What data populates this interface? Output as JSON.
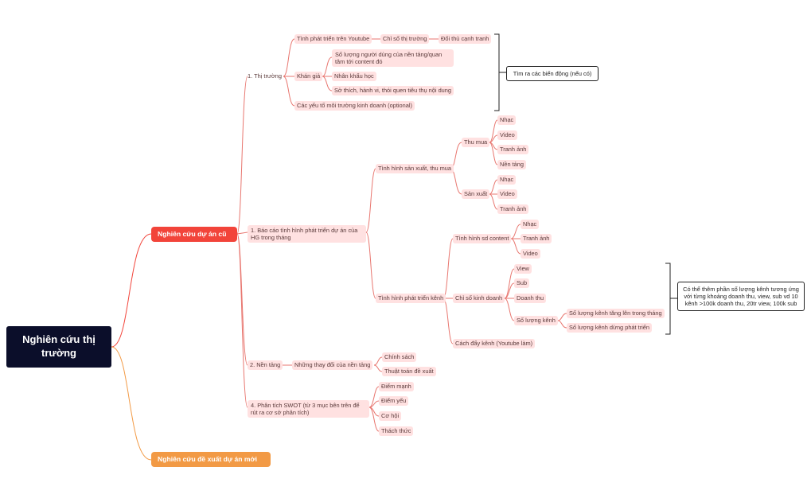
{
  "root": "Nghiên cứu thị trường",
  "main1": "Nghiên cứu dự án cũ",
  "main2": "Nghiên cứu đề xuất dự án mới",
  "thitruong": {
    "label": "1. Thị trường",
    "youtube": "Tình phát triển trên Youtube",
    "chiso": "Chỉ số thị trường",
    "doithu": "Đối thủ cạnh tranh",
    "khangia": "Khán giả",
    "soluong": "Số lượng người dùng của nền tảng/quan tâm tới content đó",
    "nhankhau": "Nhân khẩu học",
    "sothich": "Sở thích, hành vi, thói quen tiêu thụ nội dung",
    "yeuto": "Các yếu tố môi trường kinh doanh (optional)"
  },
  "note_bien_dong": "Tìm ra các biến động (nếu có)",
  "baocao": {
    "label": "1. Báo cáo tình hình phát triển dự án của HG trong tháng",
    "sanxuat": "Tình hình sản xuất, thu mua",
    "thumua": "Thu mua",
    "thumua_items": [
      "Nhạc",
      "Video",
      "Tranh ảnh",
      "Nền tảng"
    ],
    "sanxuat_node": "Sản xuất",
    "sanxuat_items": [
      "Nhạc",
      "Video",
      "Tranh ảnh"
    ],
    "phattrien": "Tình hình phát triển kênh",
    "sdcontent": "Tình hình sd content",
    "sdcontent_items": [
      "Nhạc",
      "Tranh ảnh",
      "Video"
    ],
    "chisokenh": "Chỉ số kinh doanh",
    "chisokenh_items": [
      "View",
      "Sub",
      "Doanh thu"
    ],
    "soluongkenh": "Số lượng kênh",
    "soluongkenh_items": [
      "Số lượng kênh tăng lên trong tháng",
      "Số lượng kênh dừng phát triển"
    ],
    "cachday": "Cách đẩy kênh (Youtube làm)"
  },
  "note_kenh": "Có thể thêm phần số lượng kênh tương ứng với từng khoảng doanh thu, view, sub vd 10 kênh >100k doanh thu, 20tr view, 100k sub",
  "nentang": {
    "label": "2. Nền tảng",
    "thaydoi": "Những thay đổi của nền tảng",
    "items": [
      "Chính sách",
      "Thuật toán đề xuất"
    ]
  },
  "swot": {
    "label": "4. Phân tích SWOT (từ 3 mục bên trên để rút ra cơ sở phân tích)",
    "items": [
      "Điểm mạnh",
      "Điểm yếu",
      "Cơ hội",
      "Thách thức"
    ]
  },
  "colors": {
    "root": "#0b0e2a",
    "main1": "#f2443a",
    "main2": "#f29a45",
    "branch": "#e8766f",
    "node": "#ffe1e1"
  }
}
